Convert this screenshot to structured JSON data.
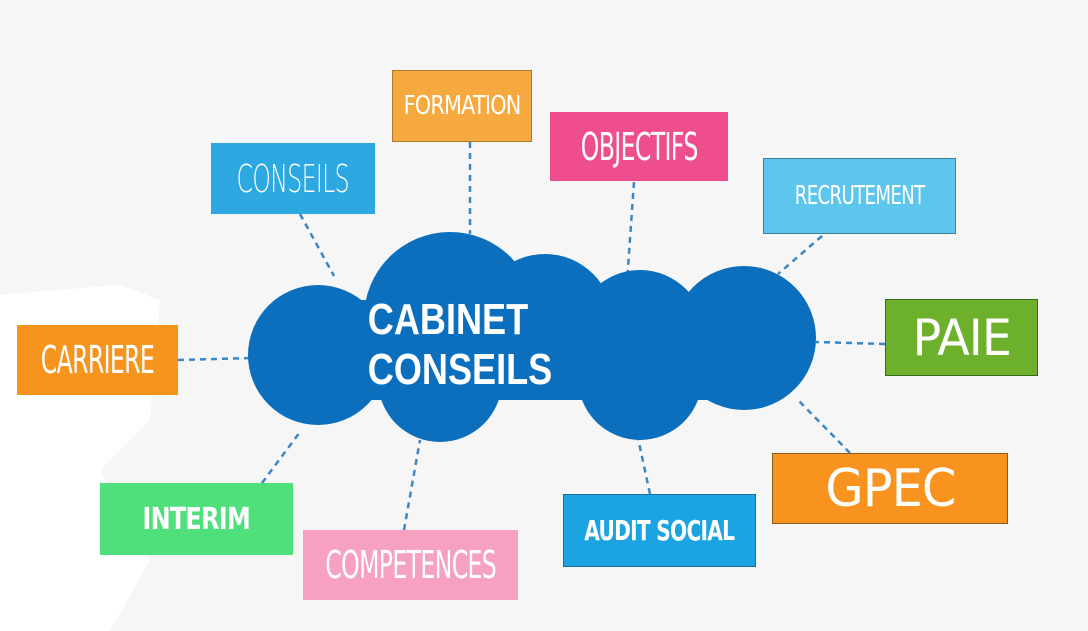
{
  "center": {
    "label": "CABINET CONSEILS",
    "color": "#0b6fbe"
  },
  "nodes": [
    {
      "id": "formation",
      "label": "FORMATION",
      "color": "#f6a93e"
    },
    {
      "id": "conseils",
      "label": "CONSEILS",
      "color": "#2ea8e0"
    },
    {
      "id": "objectifs",
      "label": "OBJECTIFS",
      "color": "#ee4e8e"
    },
    {
      "id": "recrutement",
      "label": "RECRUTEMENT",
      "color": "#5ec5ec"
    },
    {
      "id": "carriere",
      "label": "CARRIERE",
      "color": "#f7941d"
    },
    {
      "id": "paie",
      "label": "PAIE",
      "color": "#6cb02b"
    },
    {
      "id": "gpec",
      "label": "GPEC",
      "color": "#f7931e"
    },
    {
      "id": "audit-social",
      "label": "AUDIT SOCIAL",
      "color": "#1ba4e1"
    },
    {
      "id": "competences",
      "label": "COMPETENCES",
      "color": "#f6a0c2"
    },
    {
      "id": "interim",
      "label": "INTERIM",
      "color": "#4fe07c"
    }
  ]
}
